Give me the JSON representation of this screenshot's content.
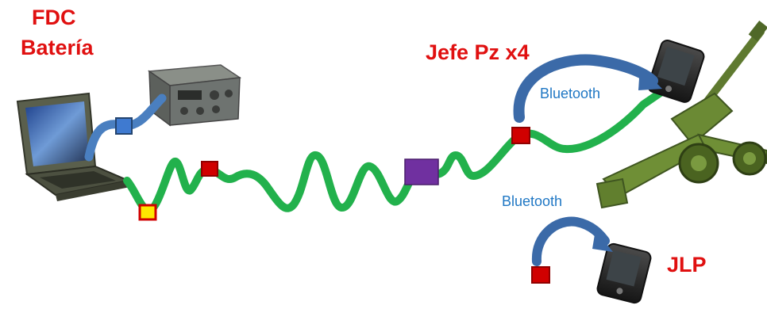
{
  "labels": {
    "fdc_line1": "FDC",
    "fdc_line2": "Batería",
    "jefe": "Jefe Pz x4",
    "bluetooth_top": "Bluetooth",
    "bluetooth_bottom": "Bluetooth",
    "jlp": "JLP"
  },
  "colors": {
    "title_red": "#e01010",
    "bluetooth_text": "#1f77c4",
    "link_green": "#22b14c",
    "link_blue": "#4a7fc0",
    "arc_blue": "#3b6aa8",
    "node_red": "#d00000",
    "node_yellow": "#ffe800",
    "node_blue": "#3f7ad0",
    "node_purple": "#7030a0"
  },
  "icons": [
    "laptop-icon",
    "radio-transceiver-icon",
    "pda-icon",
    "howitzer-icon"
  ]
}
